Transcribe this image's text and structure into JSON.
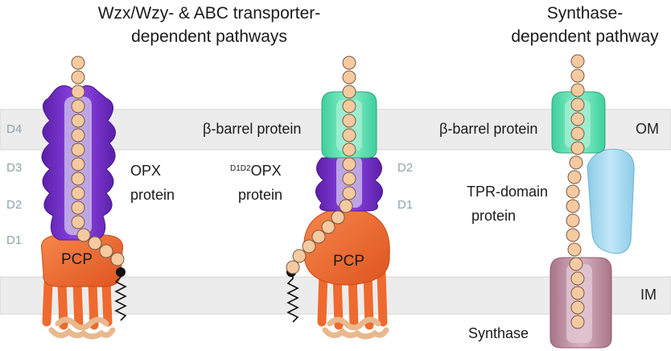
{
  "titles": {
    "left_line1": "Wzx/Wzy- & ABC transporter-",
    "left_line2": "dependent pathways",
    "right_line1": "Synthase-",
    "right_line2": "dependent pathway"
  },
  "membranes": {
    "outer": "OM",
    "inner": "IM"
  },
  "domains": {
    "d1": "D1",
    "d2": "D2",
    "d3": "D3",
    "d4": "D4"
  },
  "proteins": {
    "opx_line1": "OPX",
    "opx_line2": "protein",
    "d1d2_prefix": "D1D2",
    "d1d2_line1": "OPX",
    "d1d2_line2": "protein",
    "beta_barrel_1": "β-barrel protein",
    "beta_barrel_2": "β-barrel protein",
    "pcp_1": "PCP",
    "pcp_2": "PCP",
    "tpr_line1": "TPR-domain",
    "tpr_line2": "protein",
    "synthase": "Synthase"
  },
  "colors": {
    "membrane": "#ececec",
    "opx": "#7b2fd1",
    "pcp": "#ef6a2e",
    "beta_barrel": "#5fe0b0",
    "tpr": "#a9dcf2",
    "synthase": "#c99aae",
    "bead": "#f6caa0"
  }
}
